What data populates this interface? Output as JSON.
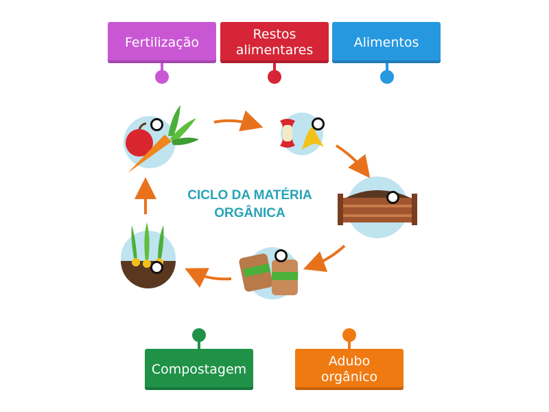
{
  "diagram": {
    "title_line1": "CICLO DA MATÉRIA",
    "title_line2": "ORGÂNICA"
  },
  "labels": [
    {
      "id": "fertilizacao",
      "text": "Fertilização",
      "color": "#c957d4"
    },
    {
      "id": "restos",
      "line1": "Restos",
      "line2": "alimentares",
      "color": "#d52536"
    },
    {
      "id": "alimentos",
      "text": "Alimentos",
      "color": "#2698e0"
    },
    {
      "id": "compostagem",
      "text": "Compostagem",
      "color": "#1f9248"
    },
    {
      "id": "adubo",
      "line1": "Adubo",
      "line2": "orgânico",
      "color": "#f07a12"
    }
  ],
  "colors": {
    "arrow": "#e8721c",
    "circle_bg": "#bfe3ef",
    "title_text": "#27a3b6"
  }
}
